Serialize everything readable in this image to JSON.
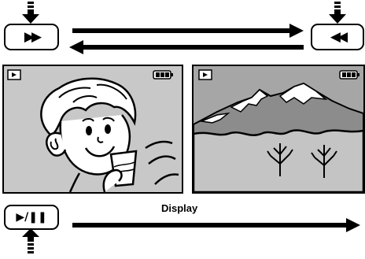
{
  "buttons": {
    "fast_forward": {
      "glyph": "▶▶",
      "icon": "fast-forward-icon"
    },
    "rewind": {
      "glyph": "◀◀",
      "icon": "rewind-icon"
    },
    "play_pause": {
      "glyph": "▶/❚❚",
      "icon": "play-pause-icon"
    }
  },
  "screens": {
    "left": {
      "mode_icon": "playback-icon",
      "battery_icon": "battery-icon",
      "scene": "cartoon-person-drinking"
    },
    "right": {
      "mode_icon": "playback-icon",
      "battery_icon": "battery-icon",
      "scene": "mountain-landscape"
    }
  },
  "caption": "Display",
  "colors": {
    "screen_left_bg": "#c8c8c8",
    "screen_right_bg": "#a6a6a6",
    "ink": "#000000"
  }
}
